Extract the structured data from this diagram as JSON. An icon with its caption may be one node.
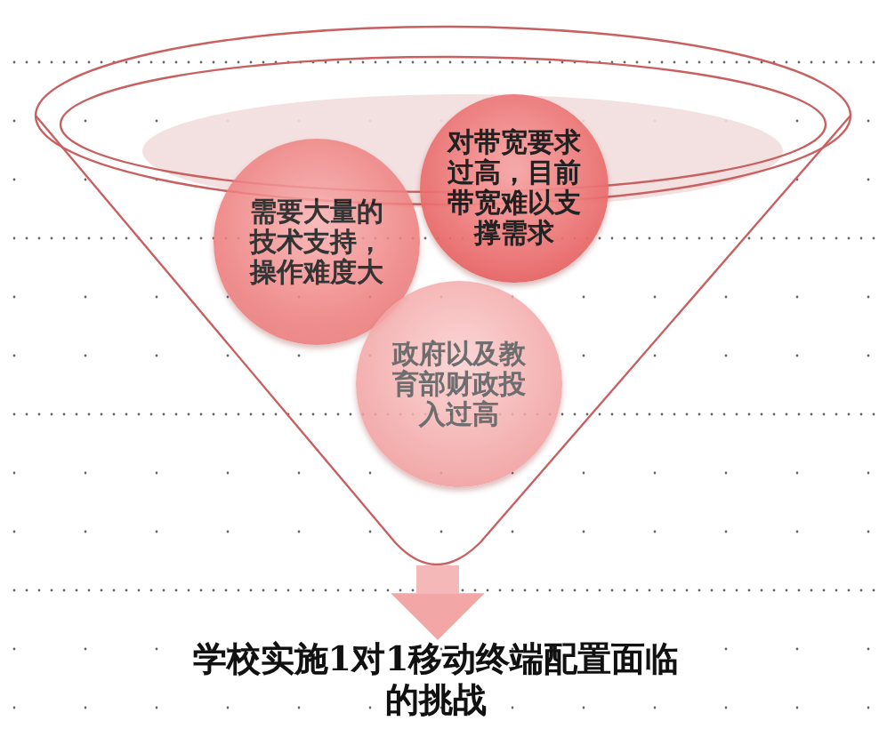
{
  "diagram": {
    "nodes": [
      {
        "text": [],
        "shape": "funnel"
      },
      {
        "text": [
          "需要大量的技术支持，操作难度大"
        ],
        "in": 0
      },
      {
        "text": [
          "对带宽要求过高，目前带宽难以支撑需求"
        ],
        "in": 0
      },
      {
        "text": [
          "政府以及教育部财政投入过高"
        ],
        "in": 0
      },
      {
        "text": [
          "学校实施1对1移动终端配置面临的挑战"
        ]
      }
    ],
    "edges": [
      {
        "from": 0,
        "to": 4,
        "arrow": "to"
      }
    ]
  }
}
